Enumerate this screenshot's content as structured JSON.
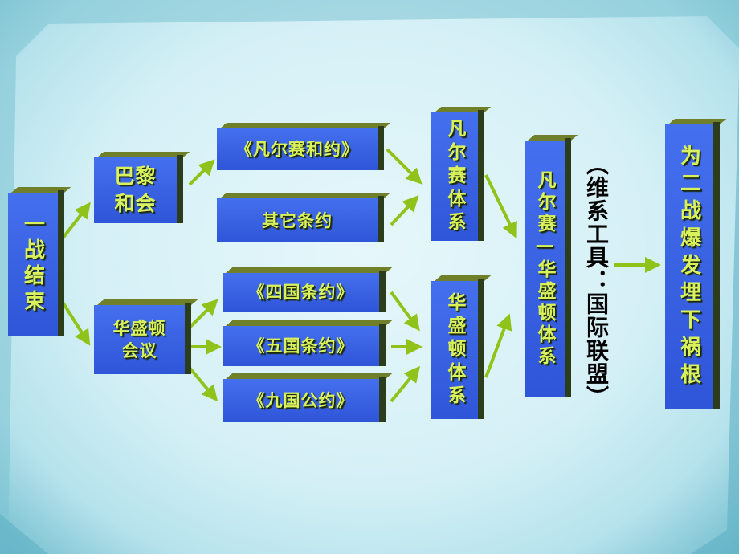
{
  "colors": {
    "box": "#3560e0",
    "text": "#d9f25c",
    "arrow": "#8fc21a",
    "background": "#d4f0f6"
  },
  "nodes": {
    "ww1_end": "一战结束",
    "paris": "巴黎和会",
    "washington_conf": "华盛顿会议",
    "versailles_treaty": "《凡尔赛和约》",
    "other_treaties": "其它条约",
    "four_power": "《四国条约》",
    "five_power": "《五国条约》",
    "nine_power": "《九国公约》",
    "versailles_system": "凡尔赛体系",
    "washington_system": "华盛顿体系",
    "vw_system": "凡尔赛—华盛顿体系",
    "note": "（维系工具：国际联盟）",
    "result": "为二战爆发埋下祸根"
  }
}
